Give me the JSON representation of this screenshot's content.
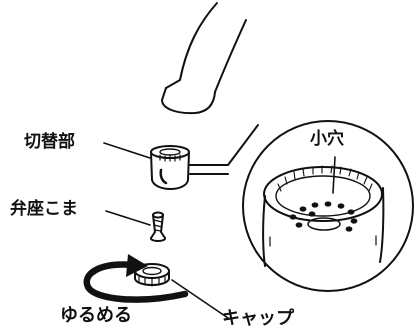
{
  "labels": {
    "switch_part": "切替部",
    "valve_seat_top": "弁座こま",
    "loosen": "ゆるめる",
    "cap": "キャップ",
    "small_holes": "小穴"
  },
  "colors": {
    "line": "#111111",
    "background": "#ffffff"
  }
}
